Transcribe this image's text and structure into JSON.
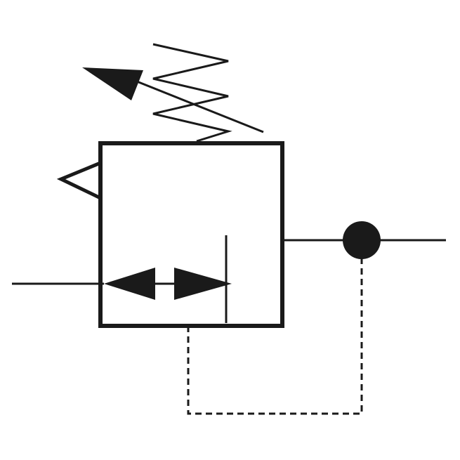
{
  "symbol": {
    "line_color": "#1a1a1a",
    "background": "#ffffff",
    "elements": [
      "valve-envelope",
      "adjustable-spring",
      "adjustment-arrow",
      "drain-triangle",
      "inlet-line",
      "outlet-line",
      "junction-dot",
      "internal-flow-arrow",
      "internal-stop-line",
      "pilot-dashed-line"
    ]
  }
}
